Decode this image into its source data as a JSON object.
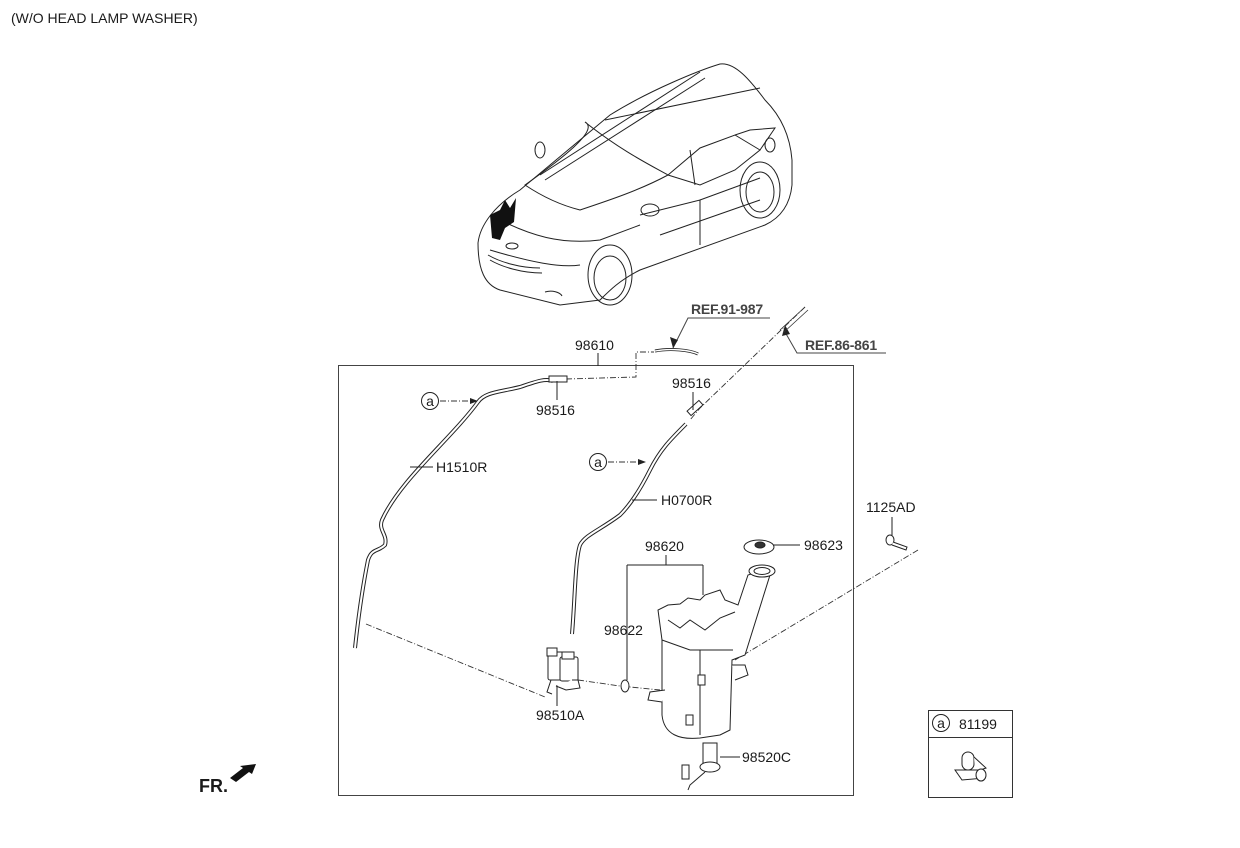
{
  "header": {
    "title": "(W/O HEAD LAMP WASHER)"
  },
  "references": [
    {
      "id": "ref-91-987",
      "text": "REF.91-987"
    },
    {
      "id": "ref-86-861",
      "text": "REF.86-861"
    }
  ],
  "parts": {
    "hose_assy": "98610",
    "nozzle_left": "98516",
    "nozzle_right": "98516",
    "hose_h1510r": "H1510R",
    "hose_h0700r": "H0700R",
    "reservoir_assy": "98620",
    "reservoir": "98622",
    "cap": "98623",
    "bolt": "1125AD",
    "pump": "98510A",
    "level_sensor": "98520C"
  },
  "callouts": {
    "marker": "a"
  },
  "legend": {
    "marker": "a",
    "part": "81199",
    "icon": "clip-icon"
  },
  "orientation": {
    "label": "FR.",
    "icon": "front-arrow-icon"
  }
}
